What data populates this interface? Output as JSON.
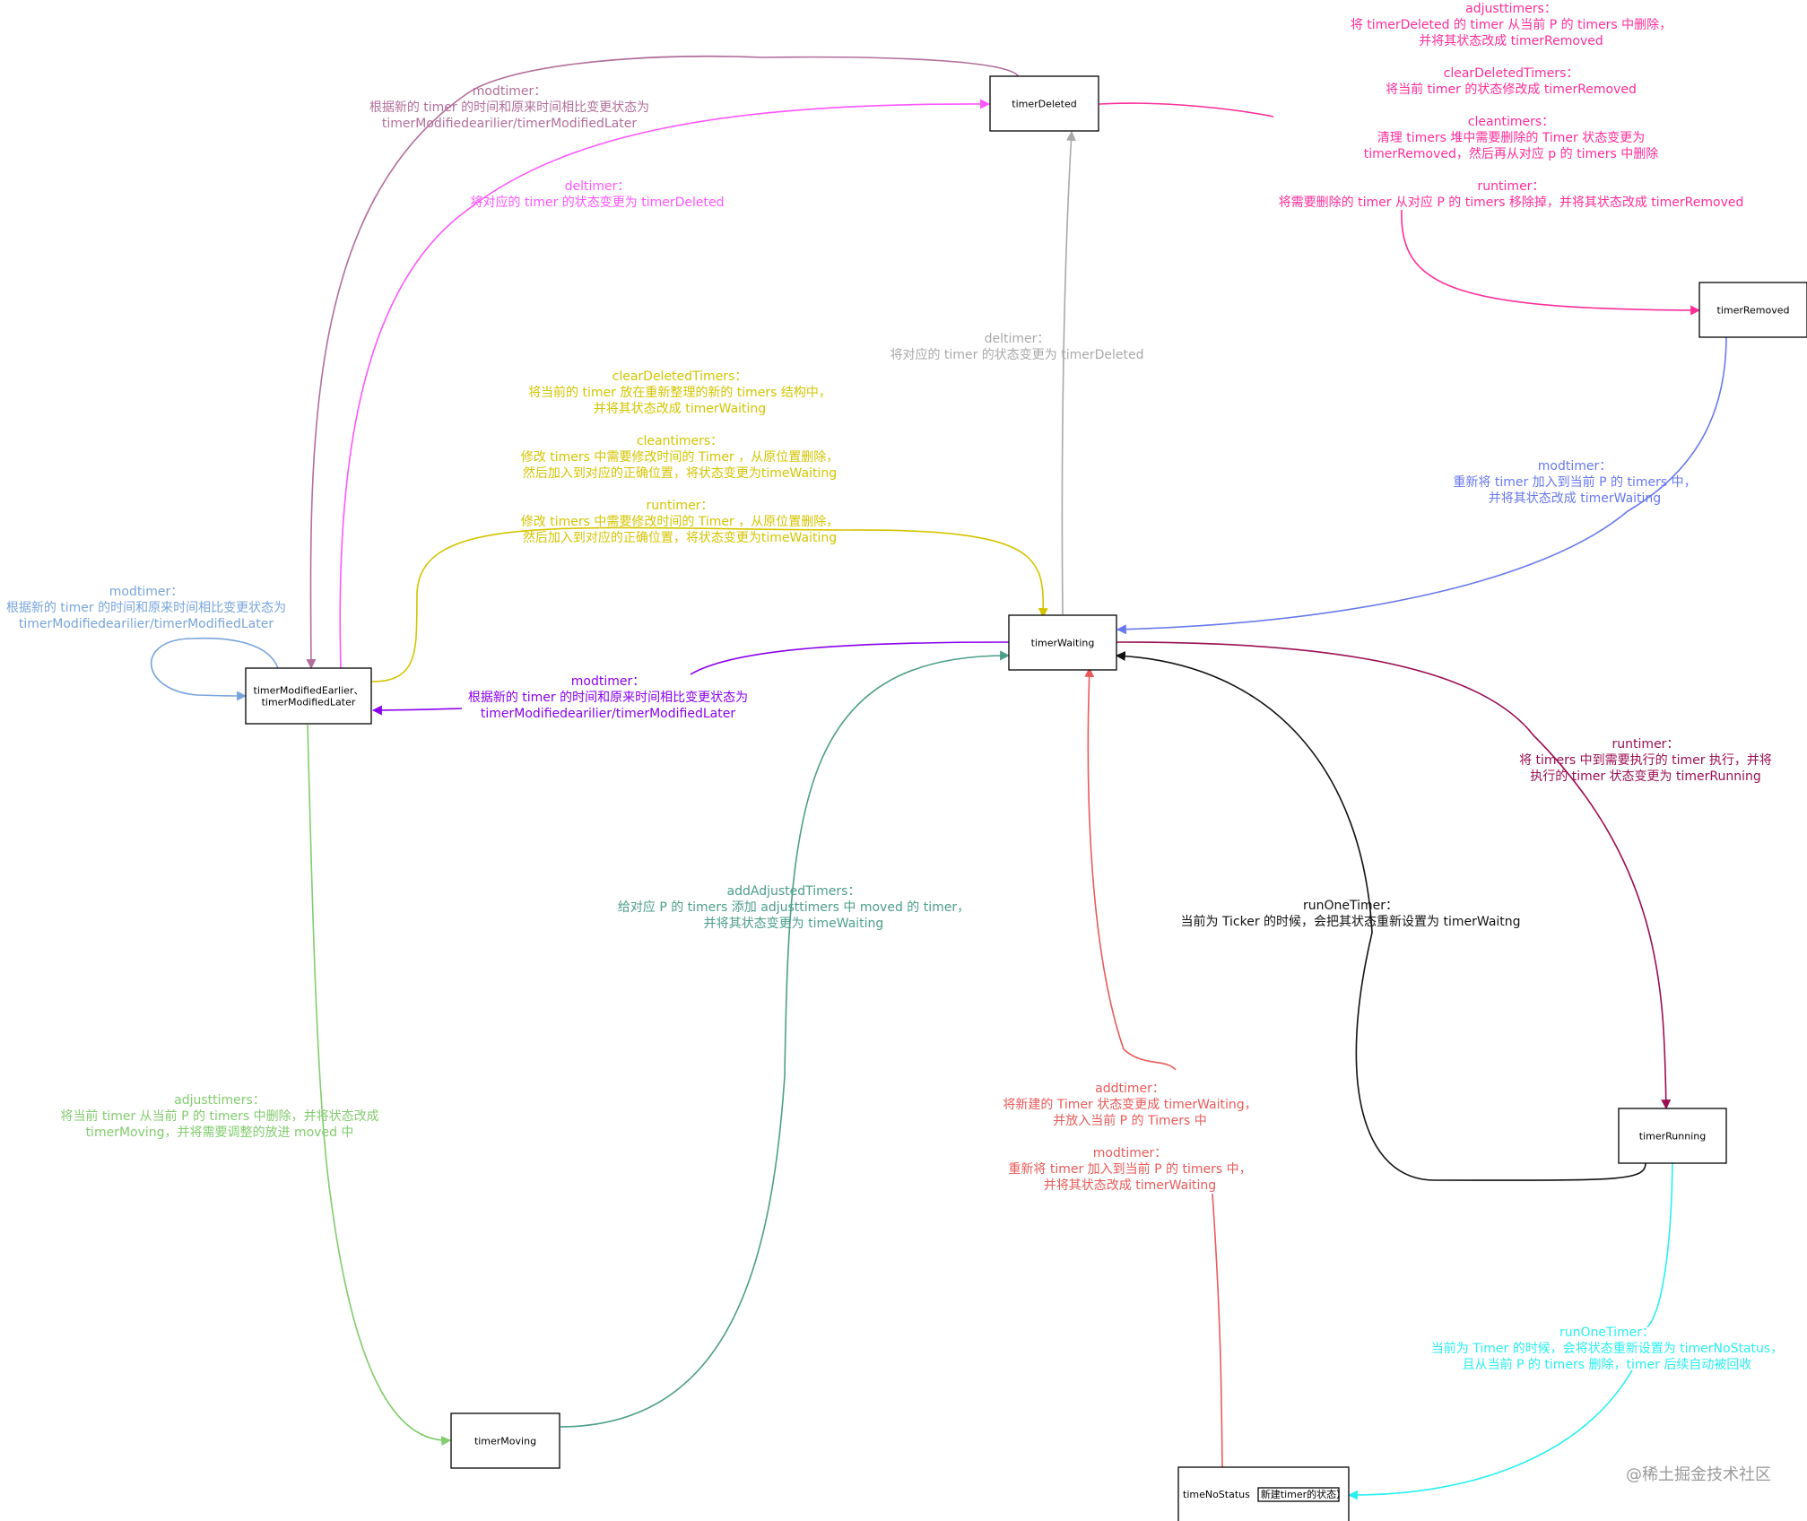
{
  "colors": {
    "pink_top": "#ff2d9a",
    "magenta": "#ff55ff",
    "mauve": "#b26e9b",
    "gray": "#a9a9a9",
    "olive": "#d4c400",
    "blue": "#6878ee",
    "light_blue": "#78a4dc",
    "purple": "#8a00ee",
    "teal": "#4c9e88",
    "green": "#82cc6e",
    "red": "#ea5a5a",
    "black": "#111111",
    "maroon": "#9b0f52",
    "cyan": "#2aefef"
  },
  "nodes": {
    "timerDeleted": "timerDeleted",
    "timerRemoved": "timerRemoved",
    "timerWaiting": "timerWaiting",
    "timerModified_line1": "timerModifiedEarlier、",
    "timerModified_line2": "timerModifiedLater",
    "timerRunning": "timerRunning",
    "timerMoving": "timerMoving",
    "timeNoStatus": "timeNoStatus",
    "timeNoStatus_paren_open": "（",
    "timeNoStatus_badge": "新建timer的状态",
    "timeNoStatus_paren_close": "）"
  },
  "labels": {
    "top_right": [
      "adjusttimers：",
      "将 timerDeleted 的 timer 从当前 P 的 timers 中删除，",
      "并将其状态改成 timerRemoved",
      "",
      "clearDeletedTimers：",
      "将当前 timer 的状态修改成 timerRemoved",
      "",
      "cleantimers：",
      "清理 timers 堆中需要删除的 Timer 状态变更为",
      "timerRemoved，然后再从对应 p 的 timers 中删除",
      "",
      "runtimer：",
      "将需要删除的 timer 从对应 P 的 timers 移除掉，并将其状态改成 timerRemoved"
    ],
    "mauve": [
      "modtimer：",
      "根据新的 timer 的时间和原来时间相比变更状态为",
      "timerModifiedearilier/timerModifiedLater"
    ],
    "magenta": [
      "deltimer：",
      "将对应的 timer 的状态变更为 timerDeleted"
    ],
    "gray": [
      "deltimer：",
      "将对应的 timer 的状态变更为 timerDeleted"
    ],
    "olive": [
      "clearDeletedTimers：",
      "将当前的 timer 放在重新整理的新的 timers 结构中，",
      "并将其状态改成 timerWaiting",
      "",
      "cleantimers：",
      "修改 timers 中需要修改时间的 Timer ，从原位置删除，",
      "然后加入到对应的正确位置，将状态变更为timeWaiting",
      "",
      "runtimer：",
      "修改 timers 中需要修改时间的 Timer ，从原位置删除，",
      "然后加入到对应的正确位置，将状态变更为timeWaiting"
    ],
    "blue": [
      "modtimer：",
      "重新将 timer 加入到当前 P 的 timers 中，",
      "并将其状态改成 timerWaiting"
    ],
    "light_blue": [
      "modtimer：",
      "根据新的 timer 的时间和原来时间相比变更状态为",
      "timerModifiedearilier/timerModifiedLater"
    ],
    "purple": [
      "modtimer：",
      "根据新的 timer 的时间和原来时间相比变更状态为",
      "timerModifiedearilier/timerModifiedLater"
    ],
    "maroon": [
      "runtimer：",
      "将 timers 中到需要执行的 timer 执行，并将",
      "执行的 timer 状态变更为 timerRunning"
    ],
    "teal": [
      "addAdjustedTimers：",
      "给对应 P 的 timers 添加 adjusttimers 中 moved 的 timer，",
      "并将其状态变更为 timeWaiting"
    ],
    "black": [
      "runOneTimer：",
      "当前为 Ticker 的时候，会把其状态重新设置为 timerWaitng"
    ],
    "green": [
      "adjusttimers：",
      "将当前 timer 从当前 P 的 timers 中删除，并将状态改成",
      "timerMoving，并将需要调整的放进 moved 中"
    ],
    "red": [
      "addtimer：",
      "将新建的 Timer 状态变更成 timerWaiting，",
      "并放入当前 P 的 Timers 中",
      "",
      "modtimer：",
      "重新将 timer 加入到当前 P 的 timers 中，",
      "并将其状态改成 timerWaiting"
    ],
    "cyan": [
      "runOneTimer：",
      "当前为 Timer 的时候，会将状态重新设置为 timerNoStatus，",
      "且从当前 P 的 timers 删除，timer 后续自动被回收"
    ]
  },
  "watermark": "@稀土掘金技术社区"
}
